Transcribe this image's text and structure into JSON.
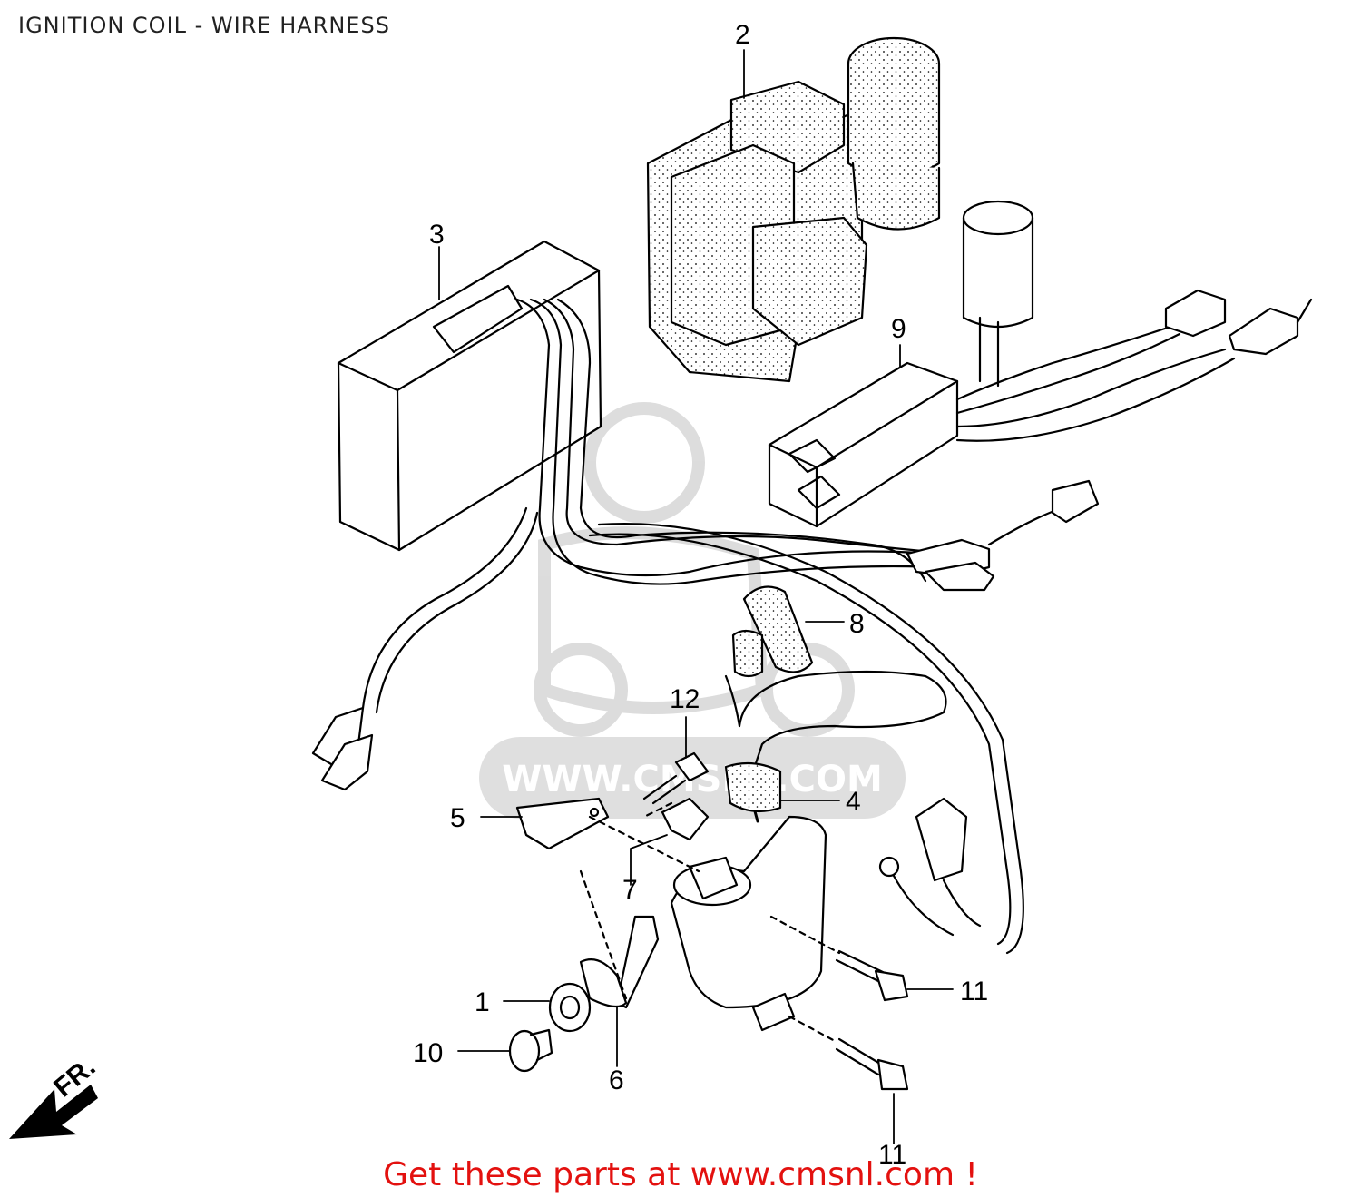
{
  "title": "IGNITION COIL - WIRE HARNESS",
  "callouts": [
    "1",
    "2",
    "3",
    "4",
    "5",
    "6",
    "7",
    "8",
    "9",
    "10",
    "11",
    "11",
    "12"
  ],
  "direction_label": "FR.",
  "watermark": "WWW.CMSNL.COM",
  "footer": "Get these parts at www.cmsnl.com !",
  "colors": {
    "footer": "#e3110f",
    "watermark": "#d9d9d9",
    "line": "#000000"
  }
}
